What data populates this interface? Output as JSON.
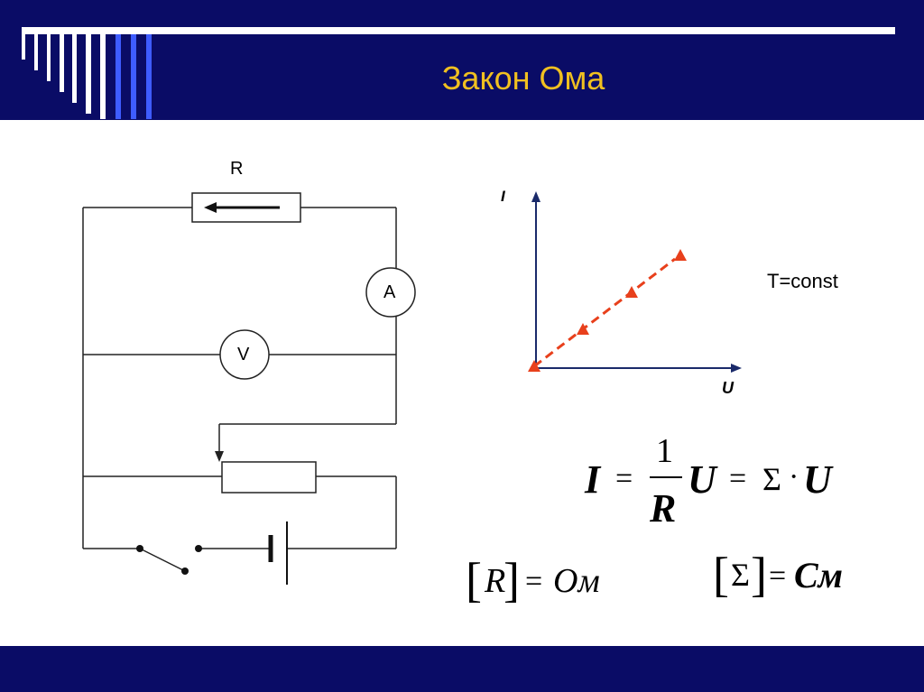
{
  "slide": {
    "title": "Закон Ома",
    "colors": {
      "header_bg": "#0a0c66",
      "title": "#f0c020",
      "graph_line": "#e8401c"
    }
  },
  "circuit": {
    "resistor_label": "R",
    "ammeter_label": "A",
    "voltmeter_label": "V"
  },
  "graph": {
    "y_axis_label": "I",
    "x_axis_label": "U",
    "condition": "T=const",
    "points": [
      [
        0,
        0
      ],
      [
        1,
        1
      ],
      [
        2,
        2
      ],
      [
        3,
        3
      ]
    ]
  },
  "formulas": {
    "main": {
      "lhs": "I",
      "eq1": "=",
      "num": "1",
      "den": "R",
      "u1": "U",
      "eq2": "=",
      "sigma": "Σ",
      "dot": "·",
      "u2": "U"
    },
    "unit_r": {
      "open": "[",
      "sym": "R",
      "close": "]",
      "eq": "=",
      "unit": "Ом"
    },
    "unit_sigma": {
      "open": "[",
      "sym": "Σ",
      "close": "]",
      "eq": "=",
      "unit": "См"
    }
  }
}
